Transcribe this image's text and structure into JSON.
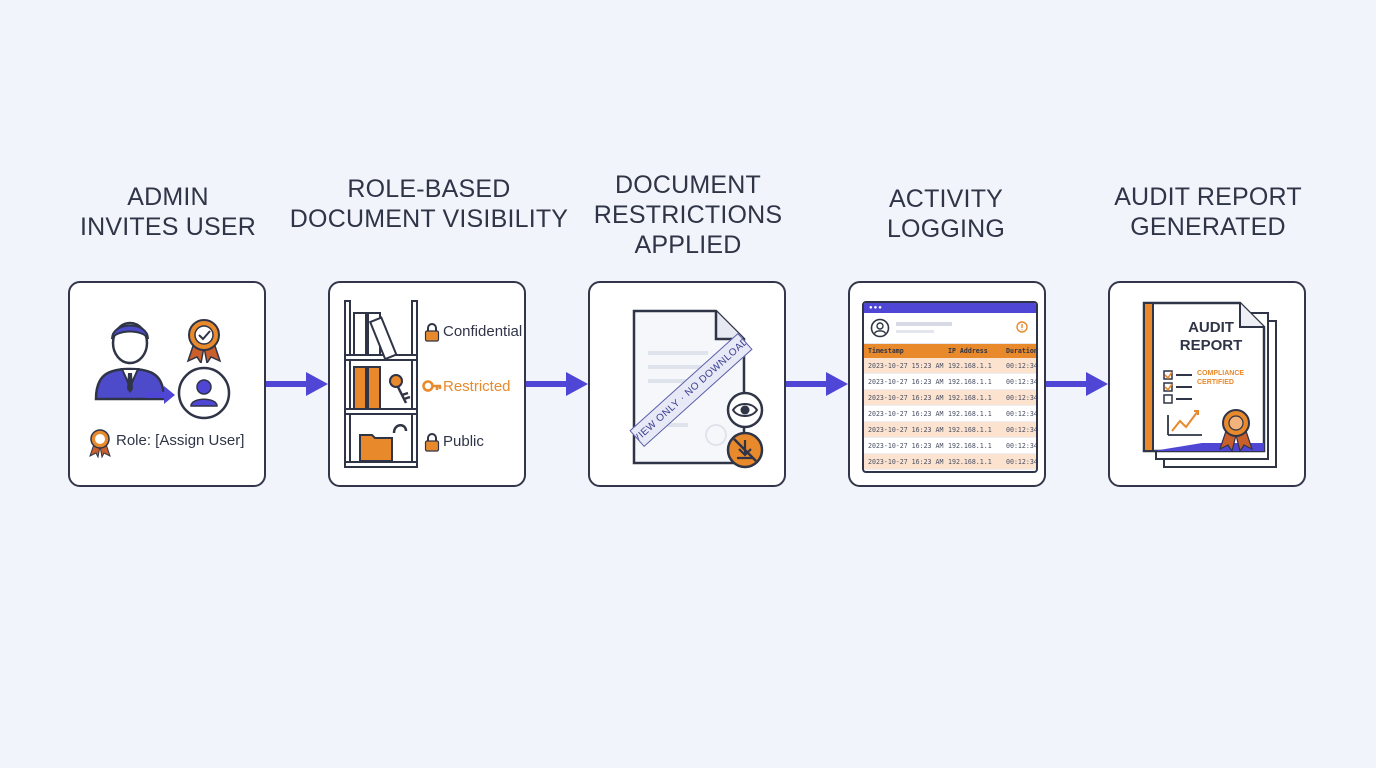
{
  "steps": [
    {
      "title_l1": "ADMIN",
      "title_l2": "INVITES USER",
      "role_label": "Role: [Assign User]"
    },
    {
      "title_l1": "ROLE-BASED",
      "title_l2": "DOCUMENT VISIBILITY",
      "levels": [
        {
          "label": "Confidential",
          "color": "#2f3447"
        },
        {
          "label": "Restricted",
          "color": "#e8892b"
        },
        {
          "label": "Public",
          "color": "#2f3447"
        }
      ]
    },
    {
      "title_l1": "DOCUMENT",
      "title_l2": "RESTRICTIONS",
      "title_l3": "APPLIED",
      "stamp": "VIEW ONLY · NO DOWNLOAD"
    },
    {
      "title_l1": "ACTIVITY",
      "title_l2": "LOGGING",
      "log_headers": [
        "Timestamp",
        "IP Address",
        "Duration"
      ],
      "log_rows": [
        [
          "2023-10-27 15:23 AM",
          "192.168.1.1",
          "00:12:34"
        ],
        [
          "2023-10-27 16:23 AM",
          "192.168.1.1",
          "00:12:34"
        ],
        [
          "2023-10-27 16:23 AM",
          "192.168.1.1",
          "00:12:34"
        ],
        [
          "2023-10-27 16:23 AM",
          "192.168.1.1",
          "00:12:34"
        ],
        [
          "2023-10-27 16:23 AM",
          "192.168.1.1",
          "00:12:34"
        ],
        [
          "2023-10-27 16:23 AM",
          "192.168.1.1",
          "00:12:34"
        ],
        [
          "2023-10-27 16:23 AM",
          "192.168.1.1",
          "00:12:34"
        ]
      ]
    },
    {
      "title_l1": "AUDIT REPORT",
      "title_l2": "GENERATED",
      "report_l1": "AUDIT",
      "report_l2": "REPORT",
      "cert_l1": "COMPLIANCE",
      "cert_l2": "CERTIFIED"
    }
  ],
  "colors": {
    "accent": "#5046d6",
    "orange": "#e8892b",
    "dark": "#33364a",
    "background": "#f1f4fa"
  }
}
